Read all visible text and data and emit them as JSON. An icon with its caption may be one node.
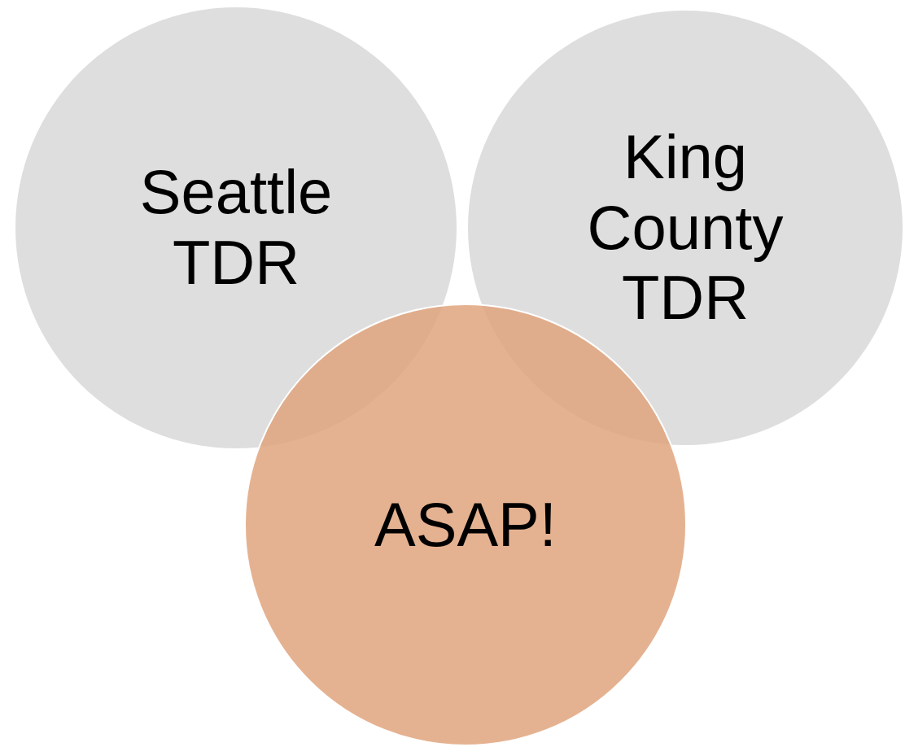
{
  "diagram": {
    "nodes": [
      {
        "text": [
          "Seattle TDR"
        ]
      },
      {
        "text": [
          "King County TDR"
        ]
      },
      {
        "text": [
          "ASAP!"
        ]
      }
    ]
  }
}
